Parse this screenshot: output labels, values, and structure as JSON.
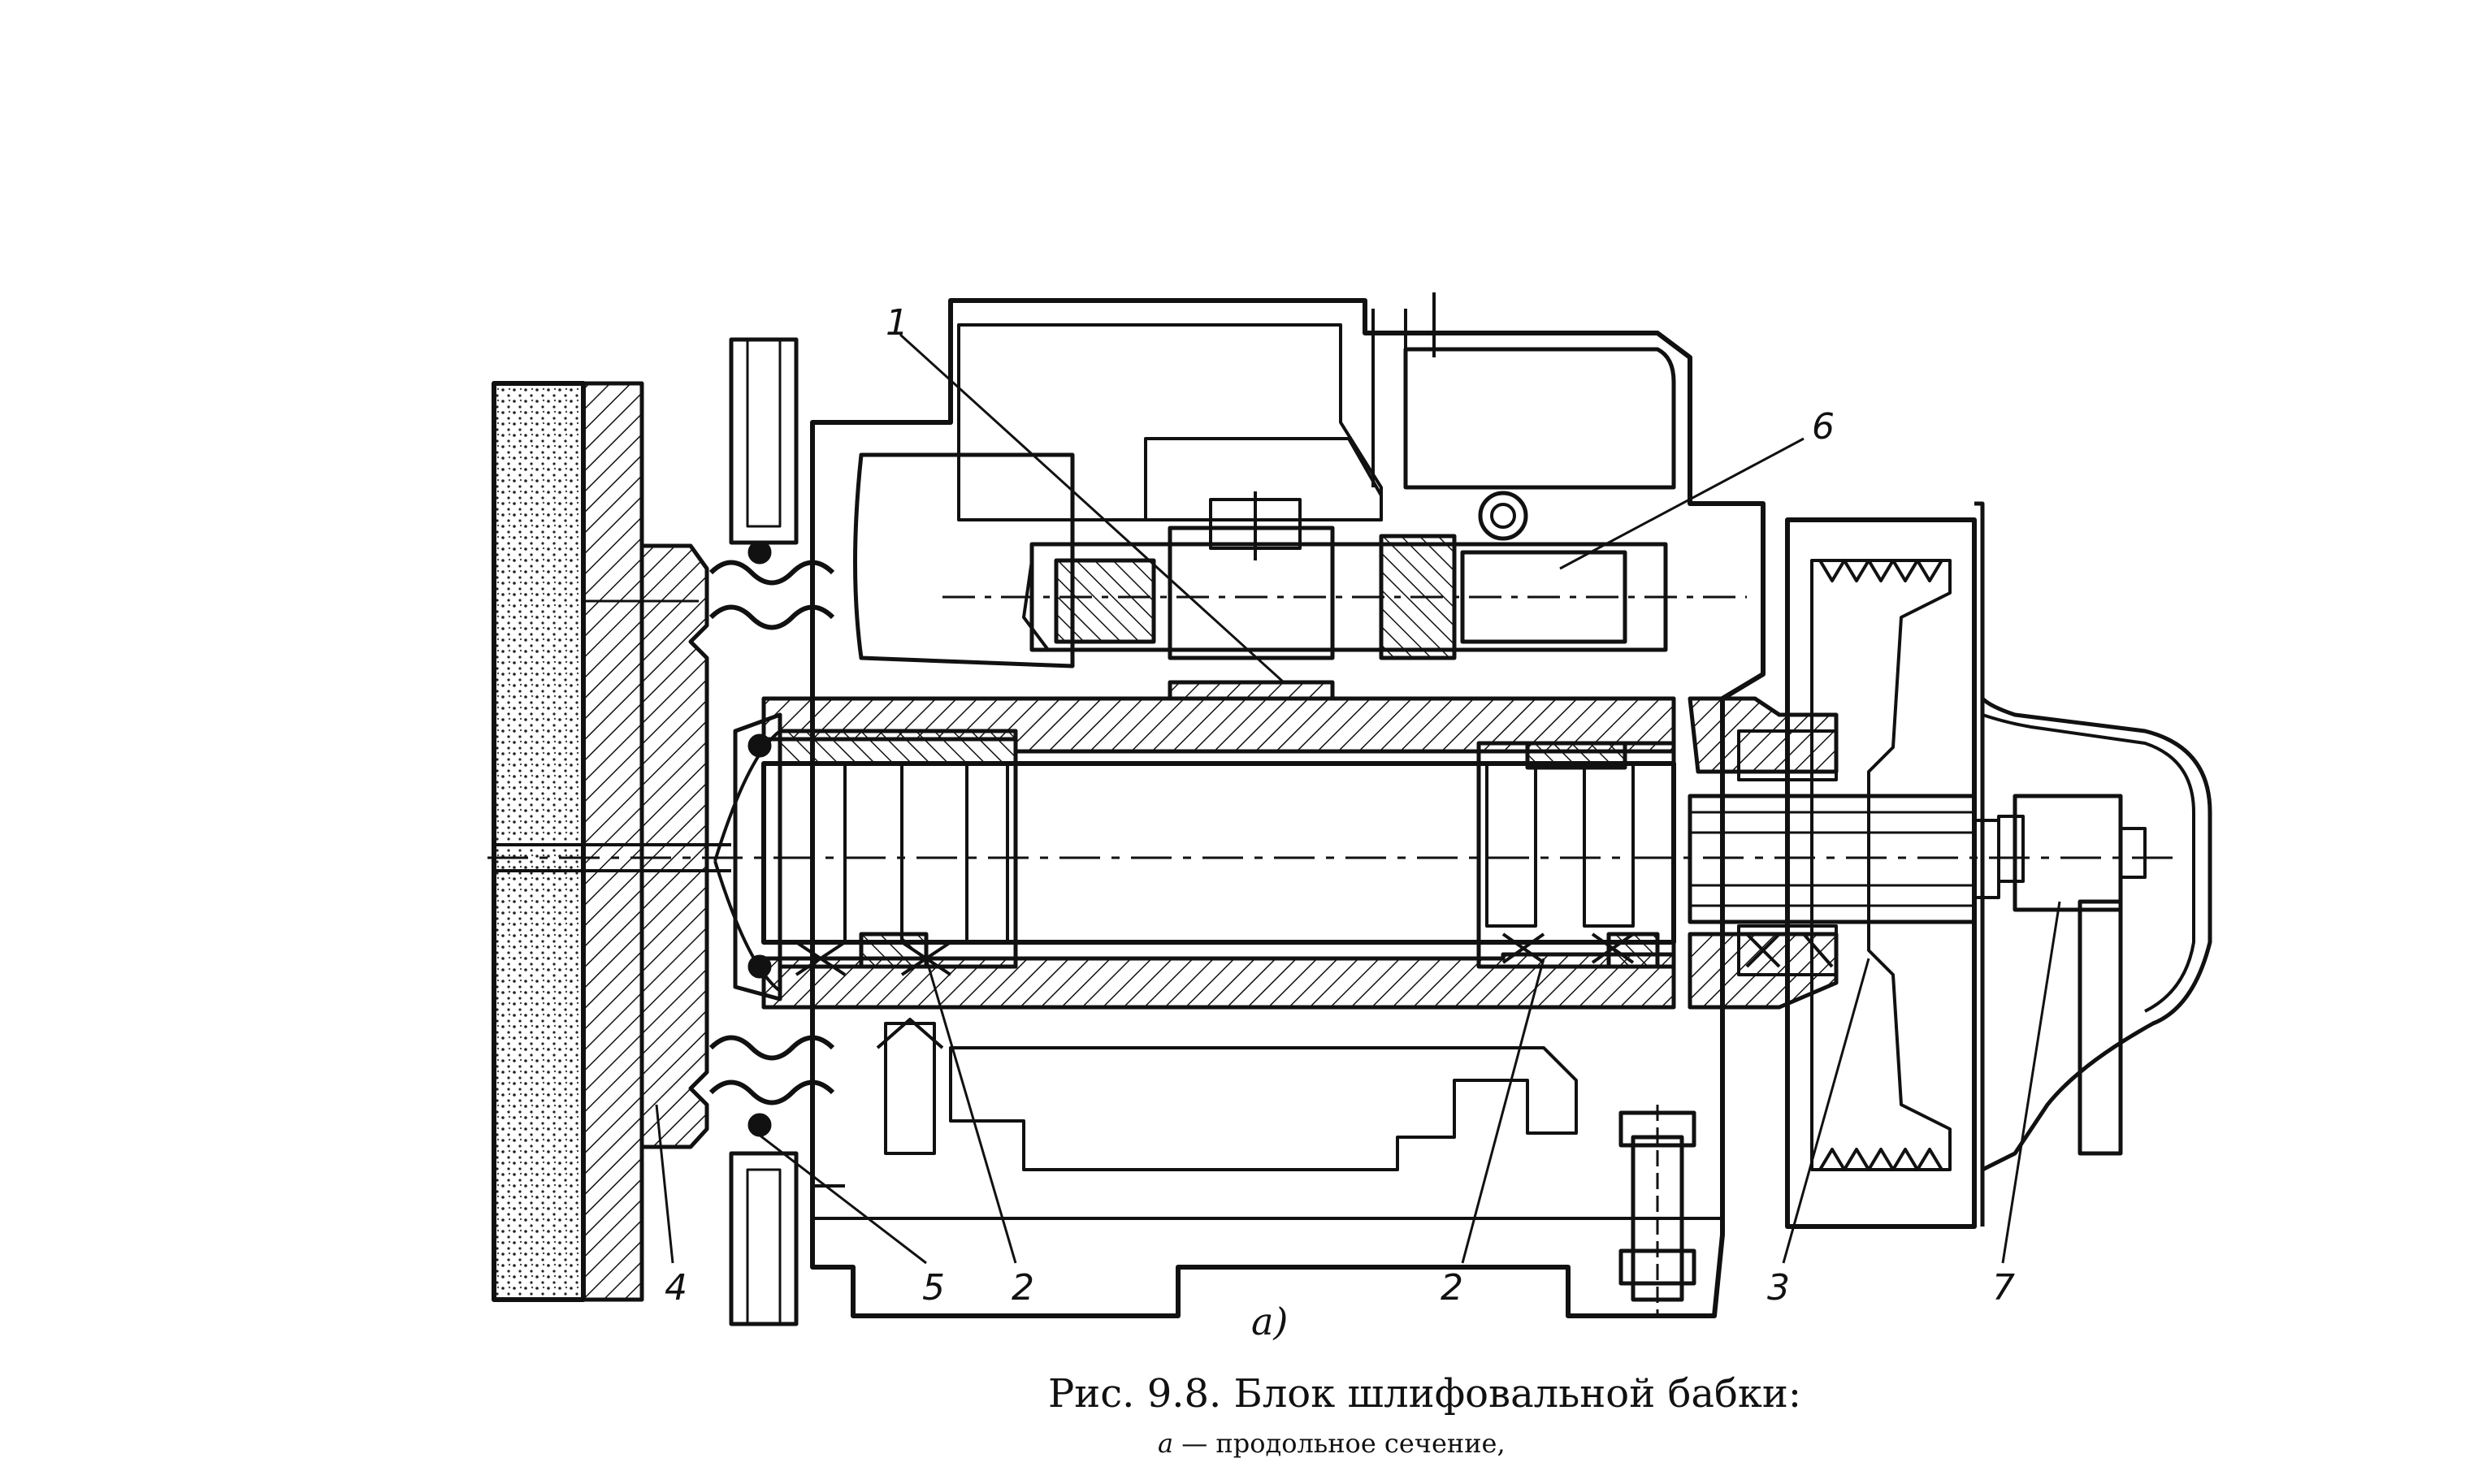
{
  "callouts": [
    "1",
    "6",
    "4",
    "5",
    "2",
    "2",
    "3",
    "7"
  ],
  "view_label": "а)",
  "caption": {
    "title": "Рис. 9.8. Блок шлифовальной бабки:",
    "sub_letter": "а",
    "sub_text": " — продольное сечение,"
  },
  "colors": {
    "line": "#111111",
    "background": "#ffffff"
  }
}
